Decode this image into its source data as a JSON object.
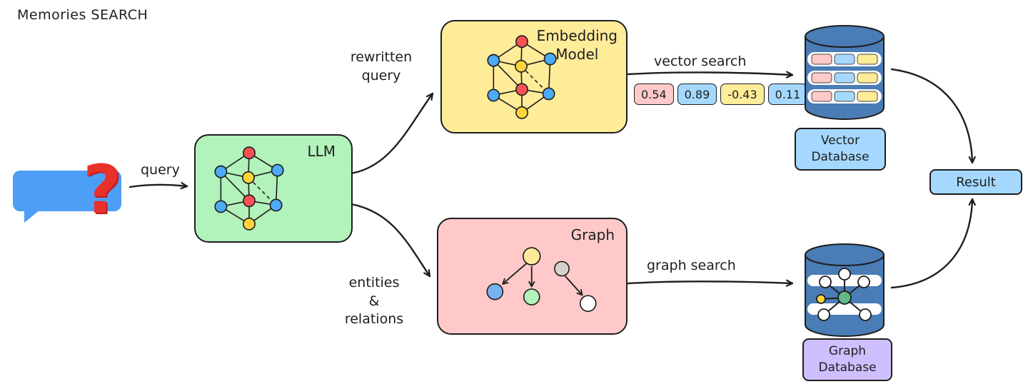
{
  "title": "Memories SEARCH",
  "nodes": {
    "chat": {
      "question_mark": "?"
    },
    "llm": {
      "label": "LLM"
    },
    "embedding": {
      "label": "Embedding\nModel"
    },
    "graph": {
      "label": "Graph"
    },
    "vector_db": {
      "label": "Vector\nDatabase"
    },
    "graph_db": {
      "label": "Graph\nDatabase"
    },
    "result": {
      "label": "Result"
    }
  },
  "edges": {
    "query": {
      "label": "query"
    },
    "rewritten_query": {
      "label": "rewritten\nquery"
    },
    "entities_relations": {
      "label": "entities\n&\nrelations"
    },
    "vector_search": {
      "label": "vector search"
    },
    "graph_search": {
      "label": "graph search"
    }
  },
  "vector_values": [
    "0.54",
    "0.89",
    "-0.43",
    "0.11"
  ],
  "icons": {
    "chat": "chat-bubble-icon",
    "llm": "neural-network-icon",
    "embedding": "neural-network-icon",
    "graph": "entity-graph-icon",
    "vector_db": "database-cylinder-icon",
    "graph_db": "graph-database-cylinder-icon"
  },
  "colors": {
    "bubble_blue": "#4d9ef7",
    "question_red": "#e8312a",
    "llm_green": "#b2f2bb",
    "embedding_yellow": "#ffec99",
    "graph_pink": "#ffc9c9",
    "light_blue": "#a5d8ff",
    "purple": "#d0bfff",
    "db_blue": "#4a7cb5",
    "ink": "#1e1e1e"
  }
}
